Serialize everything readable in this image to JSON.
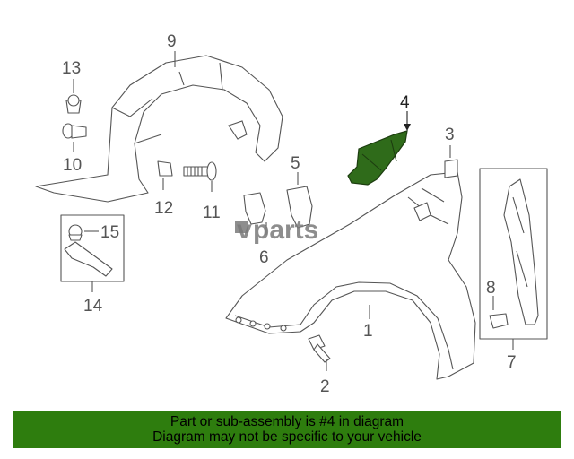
{
  "callouts": {
    "c1": "1",
    "c2": "2",
    "c3": "3",
    "c4": "4",
    "c5": "5",
    "c6": "6",
    "c7": "7",
    "c8": "8",
    "c9": "9",
    "c10": "10",
    "c11": "11",
    "c12": "12",
    "c13": "13",
    "c14": "14",
    "c15": "15"
  },
  "watermark": {
    "prefix": "v",
    "text": "parts"
  },
  "banner": {
    "line1": "Part or sub-assembly is #4 in diagram",
    "line2": "Diagram may not be specific to your vehicle"
  },
  "colors": {
    "highlight": "#2f6b1a",
    "banner_bg": "#2e7d0e",
    "line": "#555555"
  },
  "icons": {
    "highlighted_part": "fender-bracket-icon"
  }
}
